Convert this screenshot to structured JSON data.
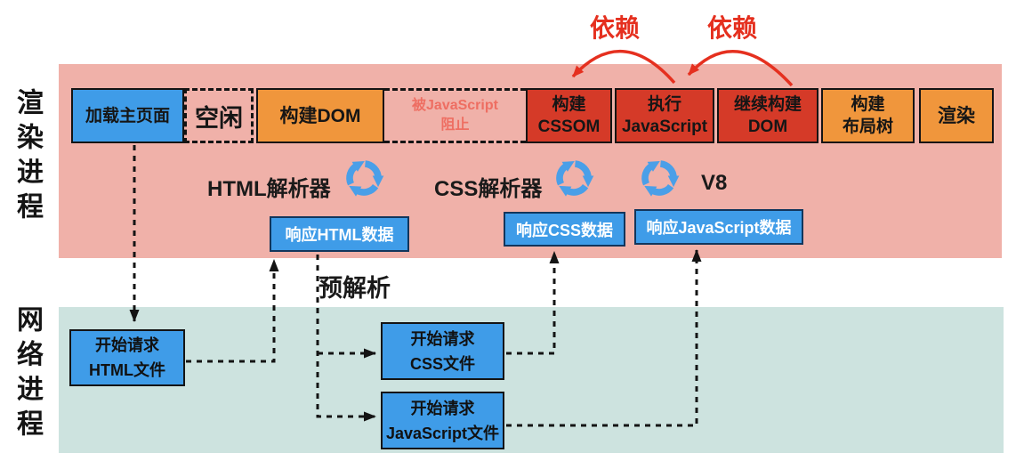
{
  "colors": {
    "render_band": "#f0b1a9",
    "network_band": "#cde3df",
    "box_blue": "#3f9ce8",
    "box_orange": "#f0963c",
    "box_red": "#d53a28",
    "dependency_red": "#e5301f",
    "blocked_text_red": "#ee6e62",
    "sync_icon_blue": "#4a9fe8"
  },
  "left_labels": {
    "render_process": "渲染进程",
    "network_process": "网络进程"
  },
  "dependency": {
    "label1": "依赖",
    "label2": "依赖"
  },
  "timeline": {
    "load_page": "加载主页面",
    "idle": "空闲",
    "build_dom": "构建DOM",
    "blocked_line1": "被JavaScript",
    "blocked_line2": "阻止",
    "build_cssom_line1": "构建",
    "build_cssom_line2": "CSSOM",
    "exec_js_line1": "执行",
    "exec_js_line2": "JavaScript",
    "continue_dom_line1": "继续构建",
    "continue_dom_line2": "DOM",
    "build_layout_line1": "构建",
    "build_layout_line2": "布局树",
    "render": "渲染"
  },
  "parsers": {
    "html": "HTML解析器",
    "css": "CSS解析器",
    "v8": "V8"
  },
  "responses": {
    "html": "响应HTML数据",
    "css": "响应CSS数据",
    "js": "响应JavaScript数据"
  },
  "requests": {
    "html_line1": "开始请求",
    "html_line2": "HTML文件",
    "css_line1": "开始请求",
    "css_line2": "CSS文件",
    "js_line1": "开始请求",
    "js_line2": "JavaScript文件"
  },
  "preparse_label": "预解析",
  "icons": {
    "parser_loop": "sync-icon"
  }
}
